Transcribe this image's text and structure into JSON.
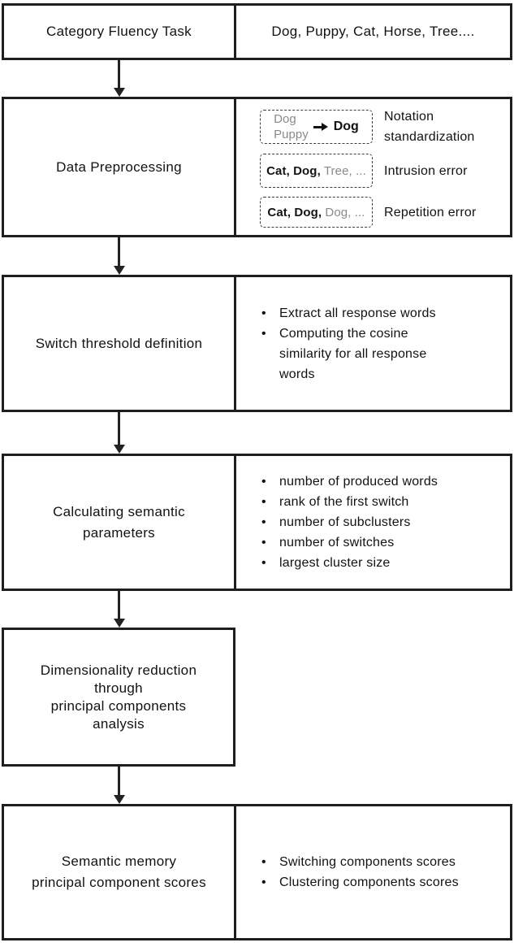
{
  "colors": {
    "border": "#1e1e1e",
    "text": "#121212",
    "muted_gray": "#8a8a8a"
  },
  "flow": {
    "task": {
      "title": "Category Fluency Task",
      "example": "Dog, Puppy, Cat, Horse, Tree...."
    },
    "preprocessing": {
      "title": "Data Preprocessing",
      "notation": {
        "from1": "Dog",
        "from2": "Puppy",
        "to": "Dog",
        "label1": "Notation",
        "label2": "standardization"
      },
      "intrusion": {
        "black": "Cat, Dog,",
        "gray": "Tree, ...",
        "label": "Intrusion error"
      },
      "repetition": {
        "black": "Cat, Dog,",
        "gray": "Dog, ...",
        "label": "Repetition error"
      }
    },
    "switch_threshold": {
      "title": "Switch threshold definition",
      "bullets": [
        "Extract all response words",
        "Computing the cosine similarity for all response words"
      ]
    },
    "parameters": {
      "title_line1": "Calculating semantic",
      "title_line2": "parameters",
      "bullets": [
        "number of produced words",
        "rank of the first switch",
        "number of subclusters",
        "number of switches",
        "largest cluster size"
      ]
    },
    "pca": {
      "lines": [
        "Dimensionality reduction",
        "through",
        "principal components",
        "analysis"
      ]
    },
    "scores": {
      "title_line1": "Semantic memory",
      "title_line2": "principal component scores",
      "bullets": [
        "Switching components scores",
        "Clustering components scores"
      ]
    }
  }
}
